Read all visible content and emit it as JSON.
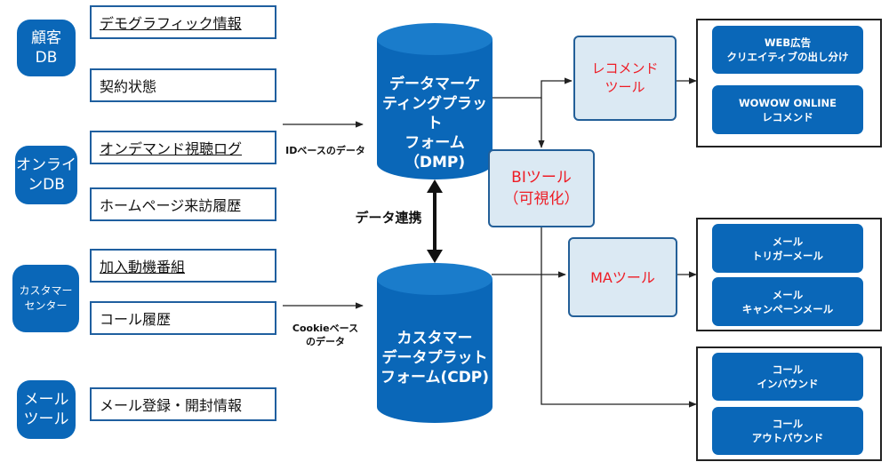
{
  "sources": [
    {
      "label": "顧客\nDB"
    },
    {
      "label": "オンライ\nンDB"
    },
    {
      "label": "カスタマー\nセンター"
    },
    {
      "label": "メール\nツール"
    }
  ],
  "fields": [
    "デモグラフィック情報",
    "契約状態",
    "オンデマンド視聴ログ",
    "ホームページ来訪履歴",
    "加入動機番組",
    "コール履歴",
    "メール登録・開封情報"
  ],
  "platforms": {
    "dmp": "データマーケ\nティングプラット\nフォーム\n（DMP)",
    "cdp": "カスタマー\nデータプラット\nフォーム(CDP)"
  },
  "labels": {
    "id_data": "IDベースのデータ",
    "cookie_data": "Cookieベース\nのデータ",
    "link": "データ連携"
  },
  "tools": {
    "recommend": "レコメンド\nツール",
    "bi": "BIツール\n（可視化）",
    "ma": "MAツール"
  },
  "outputs": [
    "WEB広告\nクリエイティブの出し分け",
    "WOWOW ONLINE\nレコメンド",
    "メール\nトリガーメール",
    "メール\nキャンペーンメール",
    "コール\nインバウンド",
    "コール\nアウトバウンド"
  ]
}
